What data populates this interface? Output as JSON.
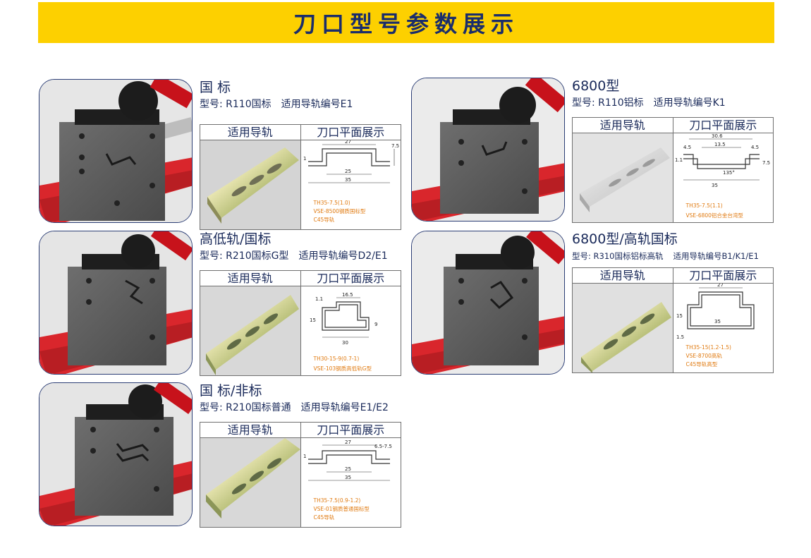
{
  "banner": {
    "title": "刀口型号参数展示"
  },
  "table_headers": {
    "rail": "适用导轨",
    "drawing": "刀口平面展示"
  },
  "colors": {
    "banner": "#fdd000",
    "title": "#1a2d6b",
    "text": "#1a2a5a",
    "accent": "#e07a10",
    "machine_red": "#d9262c"
  },
  "cards": [
    {
      "name": "国 标",
      "model": "型号: R110国标",
      "rail_no": "适用导轨编号E1",
      "dims": {
        "top": "27",
        "bottom": "25",
        "base": "35",
        "side": "7.5",
        "left": "1"
      },
      "label1": "TH35-7.5(1.0)",
      "label2": "VSE-8500钢质国标型",
      "label3": "C45导轨"
    },
    {
      "name": "6800型",
      "model": "型号: R110铝标",
      "rail_no": "适用导轨编号K1",
      "dims": {
        "top": "30.6",
        "mid": "13.5",
        "l": "4.5",
        "r": "4.5",
        "base": "35",
        "angle": "135°",
        "side": "7.5",
        "left": "1.1"
      },
      "label1": "TH35-7.5(1.1)",
      "label2": "VSE-6800铝合金台湾型"
    },
    {
      "name": "高低轨/国标",
      "model": "型号: R210国标G型",
      "rail_no": "适用导轨编号D2/E1",
      "dims": {
        "top": "16.5",
        "base": "30",
        "side": "9",
        "left": "15",
        "tl": "1.1"
      },
      "label1": "TH30-15-9(0.7-1)",
      "label2": "VSE-103钢质高低轨G型"
    },
    {
      "name": "6800型/高轨国标",
      "model": "型号: R310国标铝标高轨",
      "rail_no": "适用导轨编号B1/K1/E1",
      "dims": {
        "top": "27",
        "base": "35",
        "left": "15",
        "bl": "1.5"
      },
      "label1": "TH35-15(1.2-1.5)",
      "label2": "VSE-8700高轨",
      "label3": "C45导轨高型"
    },
    {
      "name": "国 标/非标",
      "model": "型号: R210国标普通",
      "rail_no": "适用导轨编号E1/E2",
      "dims": {
        "top": "27",
        "bottom": "25",
        "base": "35",
        "side": "6.5-7.5",
        "left": "1"
      },
      "label1": "TH35-7.5(0.9-1.2)",
      "label2": "VSE-01钢质普通国标型",
      "label3": "C45导轨"
    }
  ]
}
